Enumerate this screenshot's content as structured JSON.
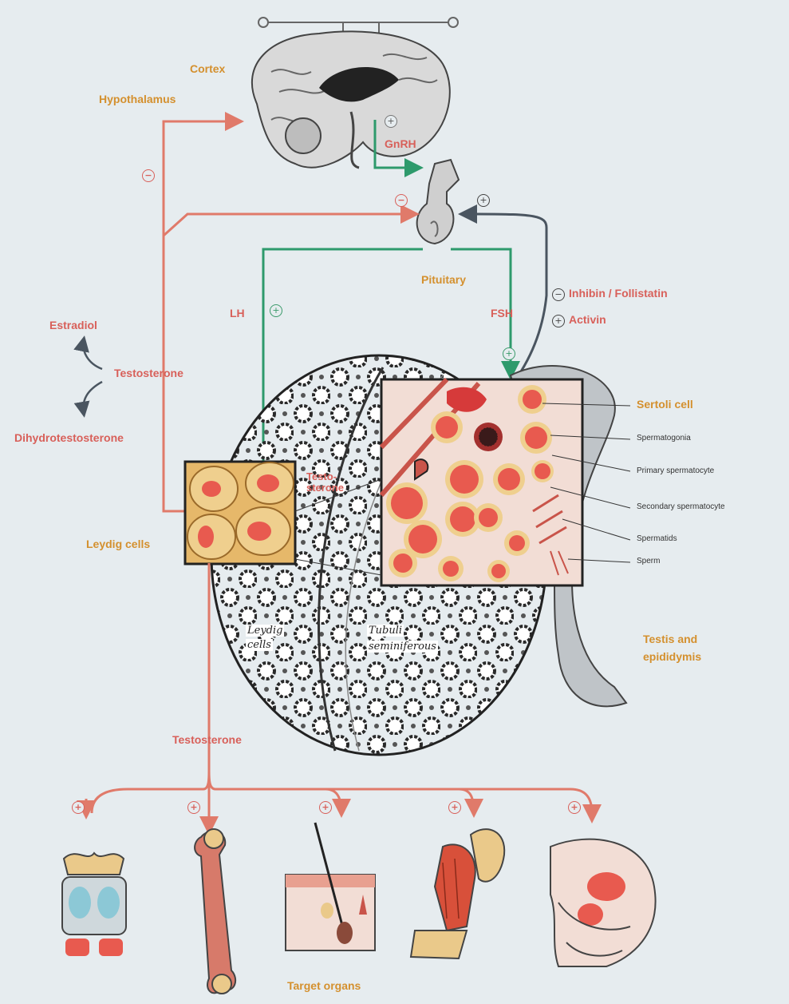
{
  "labels": {
    "cortex": "Cortex",
    "hypothalamus": "Hypothalamus",
    "gnrh": "GnRH",
    "pituitary": "Pituitary",
    "lh": "LH",
    "fsh": "FSH",
    "inhibin": "Inhibin / Follistatin",
    "activin": "Activin",
    "estradiol": "Estradiol",
    "testosterone_center": "Testosterone",
    "dht": "Dihydrotestosterone",
    "leydig_cells": "Leydig cells",
    "testosterone_inset": "Testo-sterone",
    "sertoli_cell": "Sertoli cell",
    "spermatogonia": "Spermatogonia",
    "primary_spermatocyte": "Primary spermatocyte",
    "secondary_spermatocyte": "Secondary spermatocyte",
    "spermatids": "Spermatids",
    "sperm": "Sperm",
    "testis_epididymis_1": "Testis and",
    "testis_epididymis_2": "epididymis",
    "leydig_cells_script_1": "Leydig",
    "leydig_cells_script_2": "cells",
    "tubuli_1": "Tubuli",
    "tubuli_2": "seminiferous",
    "testosterone_bottom": "Testosterone",
    "target_organs": "Target organs"
  },
  "signs": {
    "plus": "+",
    "minus": "−"
  },
  "colors": {
    "background": "#e6ecef",
    "orange_label": "#d4902e",
    "red_label": "#d8605a",
    "red_path": "#e07a6a",
    "green_path": "#2e9a6c",
    "dark_path": "#4a5560",
    "cell_red": "#e85a4f",
    "cell_yellow": "#efcf8e"
  },
  "icons": [
    "brain-icon",
    "pituitary-icon",
    "testis-icon",
    "larynx-icon",
    "bone-icon",
    "skin-hair-icon",
    "muscle-icon",
    "prostate-icon"
  ]
}
